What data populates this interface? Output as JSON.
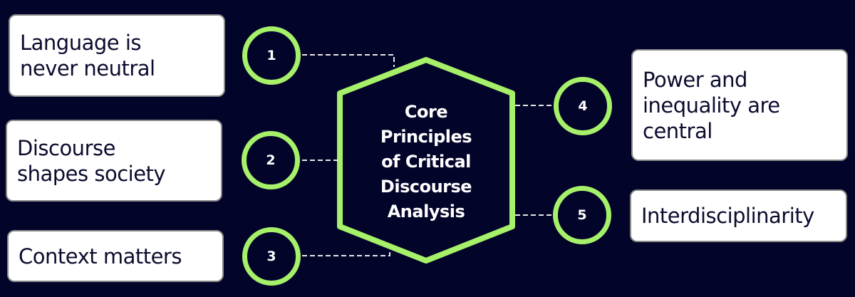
{
  "center": {
    "lines": [
      "Core",
      "Principles",
      "of Critical",
      "Discourse",
      "Analysis"
    ]
  },
  "principles": [
    {
      "number": "1",
      "text_lines": [
        "Language is",
        "never neutral"
      ]
    },
    {
      "number": "2",
      "text_lines": [
        "Discourse",
        "shapes society"
      ]
    },
    {
      "number": "3",
      "text_lines": [
        "Context matters"
      ]
    },
    {
      "number": "4",
      "text_lines": [
        "Power and",
        "inequality are",
        "central"
      ]
    },
    {
      "number": "5",
      "text_lines": [
        "Interdisciplinarity"
      ]
    }
  ],
  "colors": {
    "background": "#03042a",
    "accent": "#a6f06a",
    "box": "#ffffff",
    "text": "#0b0c2e"
  }
}
